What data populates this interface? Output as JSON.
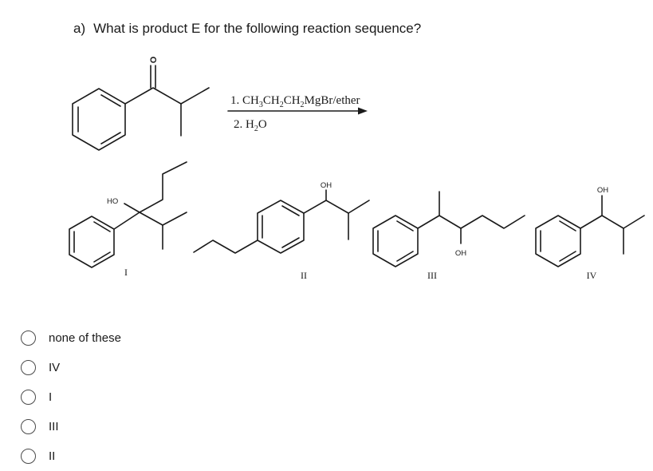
{
  "question": {
    "prefix": "a)",
    "text": "What is product E for the following reaction sequence?"
  },
  "reaction": {
    "step1": {
      "a": "1. CH",
      "b": "CH",
      "c": "CH",
      "d": "MgBr/ether",
      "sub": "3",
      "sub2": "2",
      "sub3": "2"
    },
    "step2": {
      "a": "2. H",
      "sub": "2",
      "b": "O"
    },
    "reactant_atom": "O"
  },
  "products": [
    {
      "label": "I",
      "atom": "HO"
    },
    {
      "label": "II",
      "atom": "OH"
    },
    {
      "label": "III",
      "atom": "OH"
    },
    {
      "label": "IV",
      "atom": "OH"
    }
  ],
  "options": [
    {
      "label": "none of these"
    },
    {
      "label": "IV"
    },
    {
      "label": "I"
    },
    {
      "label": "III"
    },
    {
      "label": "II"
    }
  ]
}
